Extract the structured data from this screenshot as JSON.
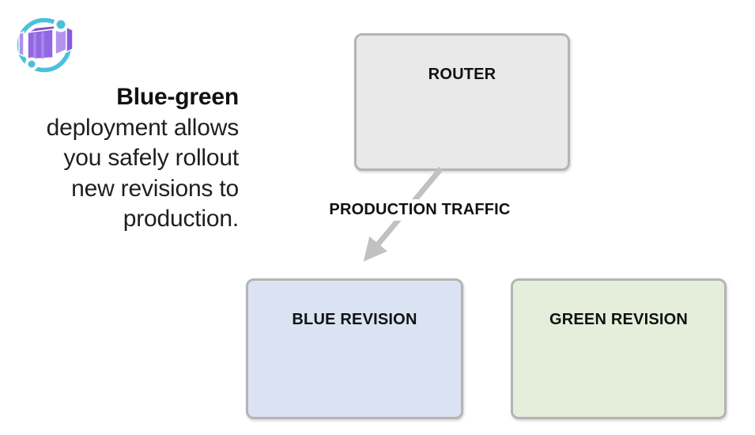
{
  "logo": {
    "name": "azure-container-apps",
    "ring_color": "#4bc0dd",
    "cube_front": "#9168e0",
    "cube_top": "#7c4dd0",
    "cube_streak": "#a884ea",
    "cube_light": "#b493ee",
    "cube_dark": "#8a5ade",
    "slab": "#ad90ec"
  },
  "intro": {
    "lines": [
      "Blue-green",
      "deployment allows",
      "you safely rollout",
      "new revisions to",
      "production."
    ]
  },
  "diagram": {
    "router_label": "ROUTER",
    "traffic_label": "PRODUCTION TRAFFIC",
    "blue_label": "BLUE REVISION",
    "green_label": "GREEN REVISION",
    "arrow_color": "#c1c1c1",
    "router_fill": "#e9e9e9",
    "blue_fill": "#dbe3f3",
    "green_fill": "#e5eeda",
    "box_border": "#b4b4b4"
  }
}
